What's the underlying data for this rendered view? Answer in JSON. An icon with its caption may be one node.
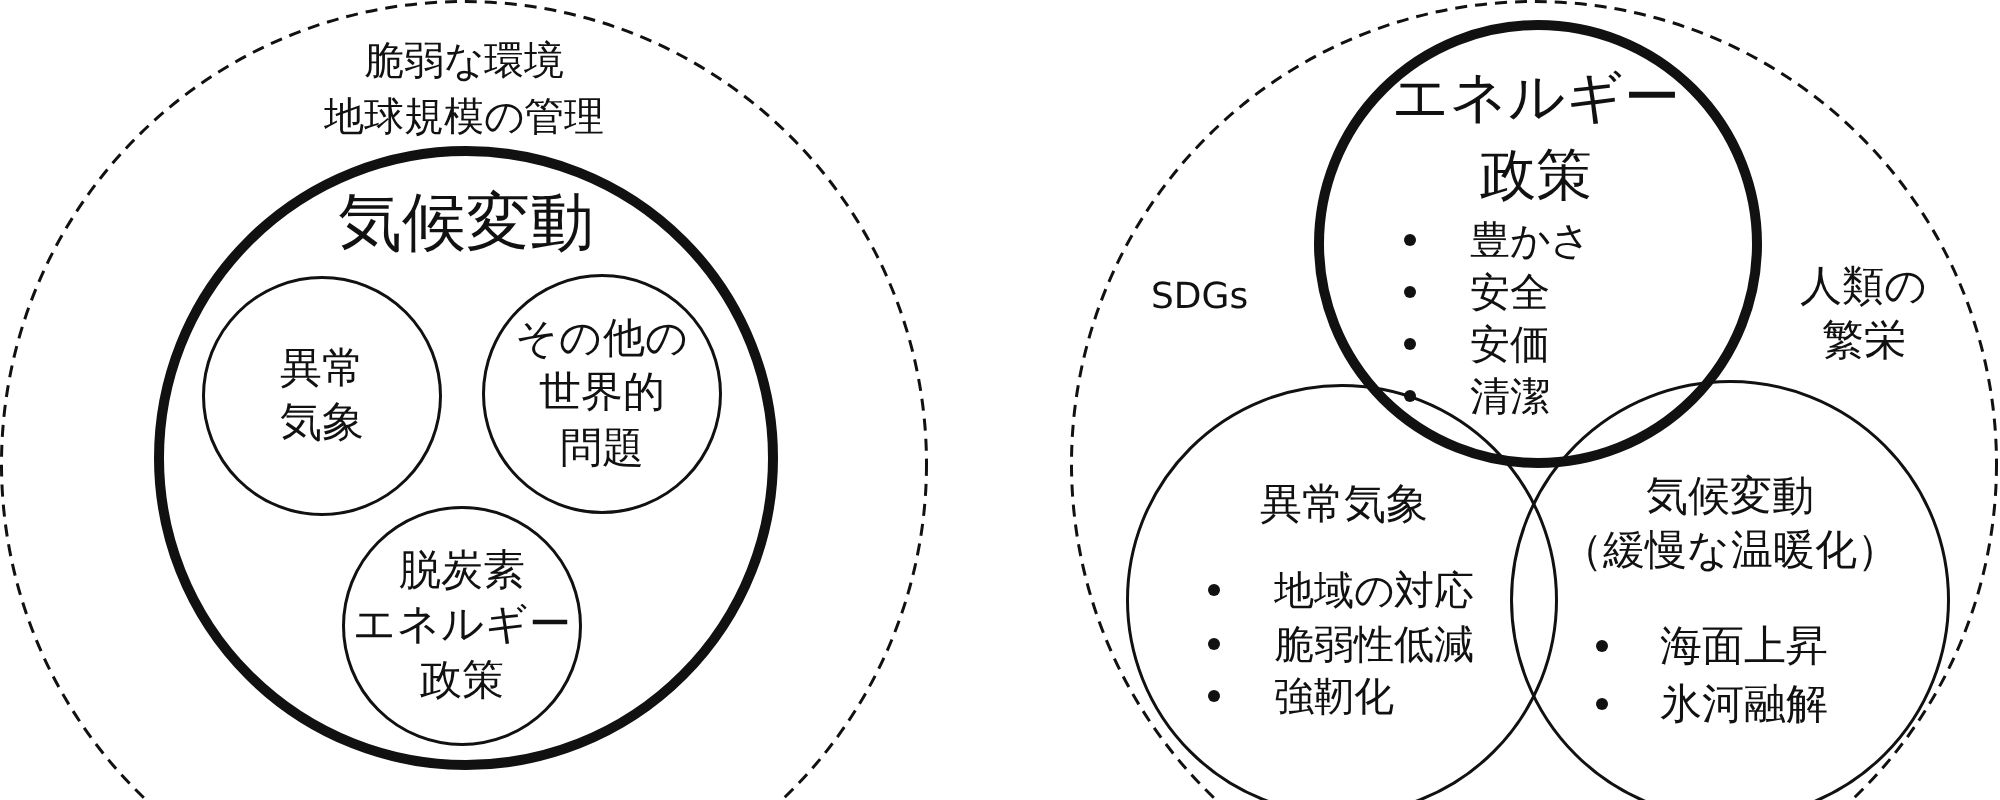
{
  "diagram": {
    "nodes": [
      {
        "text": [
          "脆弱な環境",
          "地球規模の管理"
        ]
      },
      {
        "text": [
          "気候変動"
        ],
        "in": 0
      },
      {
        "text": [
          "異常気象"
        ],
        "in": 1
      },
      {
        "text": [
          "その他の世界的問題"
        ],
        "in": 1
      },
      {
        "text": [
          "脱炭素エネルギー政策"
        ],
        "in": 1
      },
      {
        "text": [
          "SDGs",
          "人類の繁栄"
        ]
      },
      {
        "text": [
          "エネルギー政策",
          "豊かさ",
          "安全",
          "安価",
          "清潔"
        ],
        "in": 5
      },
      {
        "text": [
          "異常気象",
          "地域の対応",
          "脆弱性低減",
          "強靭化"
        ],
        "in": 5
      },
      {
        "text": [
          "気候変動（緩慢な温暖化）",
          "海面上昇",
          "氷河融解"
        ],
        "in": 5
      }
    ],
    "edges": []
  }
}
